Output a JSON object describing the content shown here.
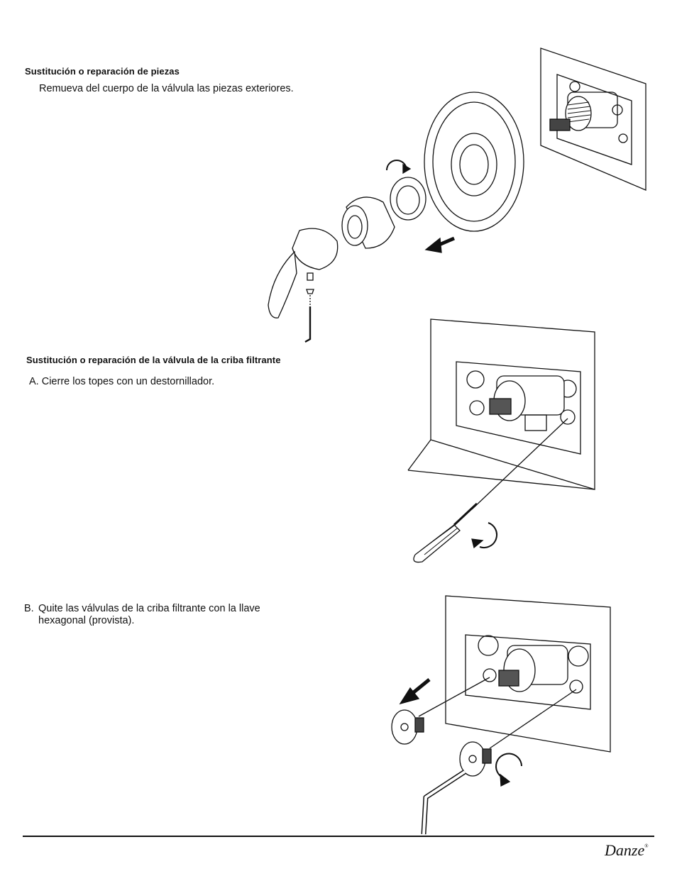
{
  "section1": {
    "heading": "Sustitución o reparación de piezas",
    "text": "Remueva del cuerpo de la válvula las piezas exteriores."
  },
  "section2": {
    "heading": "Sustitución o reparación de la válvula de la criba filtrante",
    "step_a": "A. Cierre los topes con un destornillador.",
    "step_b_label": "B.",
    "step_b_line1": "Quite las válvulas de la criba filtrante con la llave",
    "step_b_line2": "hexagonal (provista)."
  },
  "footer": {
    "brand": "Danze",
    "registered": "®"
  },
  "icons": {
    "arrow": "arrow-icon",
    "rotate": "rotate-arrow-icon"
  }
}
